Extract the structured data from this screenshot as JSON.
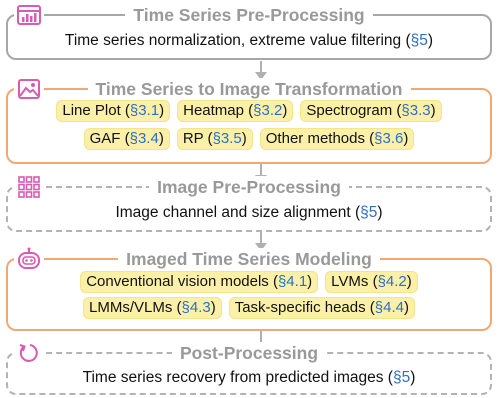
{
  "stages": [
    {
      "title": "Time Series Pre-Processing",
      "icon": "chart-window-icon",
      "desc_text": "Time series normalization, extreme value filtering (",
      "desc_ref": "§5",
      "desc_end": ")"
    },
    {
      "title": "Time Series to Image Transformation",
      "icon": "image-icon",
      "chips_row1": [
        {
          "label": "Line Plot (",
          "ref": "§3.1",
          "end": ")"
        },
        {
          "label": "Heatmap (",
          "ref": "§3.2",
          "end": ")"
        },
        {
          "label": "Spectrogram (",
          "ref": "§3.3",
          "end": ")"
        }
      ],
      "chips_row2": [
        {
          "label": "GAF (",
          "ref": "§3.4",
          "end": ")"
        },
        {
          "label": "RP (",
          "ref": "§3.5",
          "end": ")"
        },
        {
          "label": "Other methods (",
          "ref": "§3.6",
          "end": ")"
        }
      ]
    },
    {
      "title": "Image Pre-Processing",
      "icon": "grid-icon",
      "desc_text": "Image channel and size alignment (",
      "desc_ref": "§5",
      "desc_end": ")"
    },
    {
      "title": "Imaged Time Series Modeling",
      "icon": "robot-icon",
      "chips_row1": [
        {
          "label": "Conventional vision models (",
          "ref": "§4.1",
          "end": ")"
        },
        {
          "label": "LVMs (",
          "ref": "§4.2",
          "end": ")"
        }
      ],
      "chips_row2": [
        {
          "label": "LMMs/VLMs (",
          "ref": "§4.3",
          "end": ")"
        },
        {
          "label": "Task-specific heads (",
          "ref": "§4.4",
          "end": ")"
        }
      ]
    },
    {
      "title": "Post-Processing",
      "icon": "refresh-icon",
      "desc_text": "Time series recovery from predicted images (",
      "desc_ref": "§5",
      "desc_end": ")"
    }
  ],
  "colors": {
    "gray_border": "#a7a7a7",
    "orange_border": "#f0a877",
    "chip_fill": "#fbf0a8",
    "ref_blue": "#2d6fc4",
    "title_gray": "#999999",
    "icon_pink": "#d85bb4"
  }
}
